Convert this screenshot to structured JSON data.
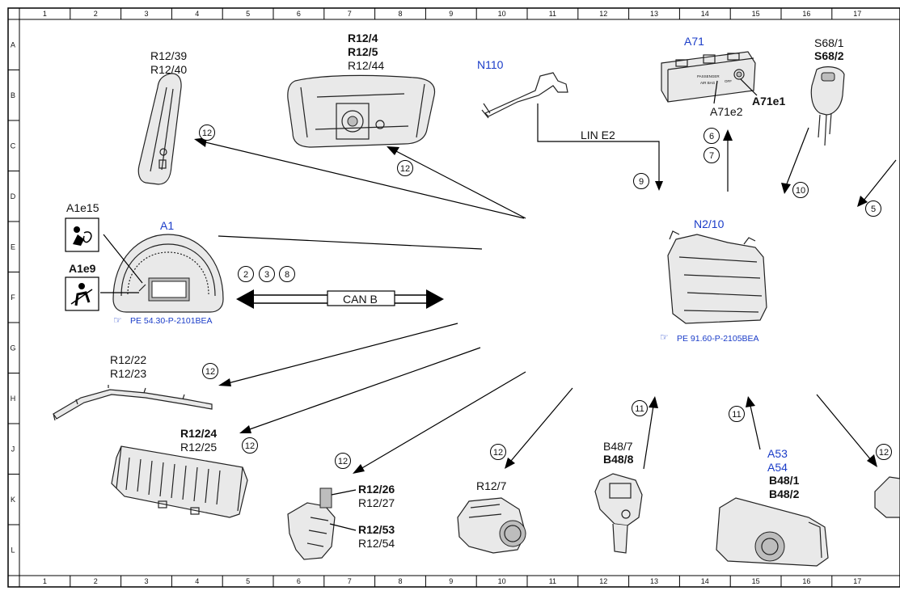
{
  "grid": {
    "columns": [
      "1",
      "2",
      "3",
      "4",
      "5",
      "6",
      "7",
      "8",
      "9",
      "10",
      "11",
      "12",
      "13",
      "14",
      "15",
      "16",
      "17"
    ],
    "rows": [
      "A",
      "B",
      "C",
      "D",
      "E",
      "F",
      "G",
      "H",
      "J",
      "K",
      "L"
    ]
  },
  "components": {
    "r12_39_40": [
      "R12/39",
      "R12/40"
    ],
    "r12_4_5_44": [
      "R12/4",
      "R12/5",
      "R12/44"
    ],
    "n110": "N110",
    "lin_bus": "LIN E2",
    "a71": "A71",
    "a71e2": "A71e2",
    "a71e1": "A71e1",
    "a71_panel_text": [
      "PASSENGER",
      "AIR BAG",
      "OFF"
    ],
    "s68": [
      "S68/1",
      "S68/2"
    ],
    "a1e15": "A1e15",
    "a1e9": "A1e9",
    "a1": "A1",
    "a1_ref": "PE 54.30-P-2101BEA",
    "can_bus": "CAN B",
    "n2_10": "N2/10",
    "n2_10_ref": "PE 91.60-P-2105BEA",
    "r12_22_23": [
      "R12/22",
      "R12/23"
    ],
    "r12_24_25": [
      "R12/24",
      "R12/25"
    ],
    "r12_26_27": [
      "R12/26",
      "R12/27"
    ],
    "r12_53_54": [
      "R12/53",
      "R12/54"
    ],
    "r12_7": "R12/7",
    "b48_7_8": [
      "B48/7",
      "B48/8"
    ],
    "a53_54": [
      "A53",
      "A54"
    ],
    "b48_1_2": [
      "B48/1",
      "B48/2"
    ]
  },
  "circled_numbers": {
    "c12_left_top": "12",
    "c12_top_mid": "12",
    "c6": "6",
    "c7": "7",
    "c9": "9",
    "c10": "10",
    "c5": "5",
    "c2": "2",
    "c3": "3",
    "c8": "8",
    "c12_r1222": "12",
    "c12_r1224": "12",
    "c12_r1226": "12",
    "c12_r127": "12",
    "c11_b487": "11",
    "c11_a53": "11",
    "c12_right": "12"
  },
  "colors": {
    "reference_blue": "#1a3cc8",
    "line_black": "#000000"
  }
}
